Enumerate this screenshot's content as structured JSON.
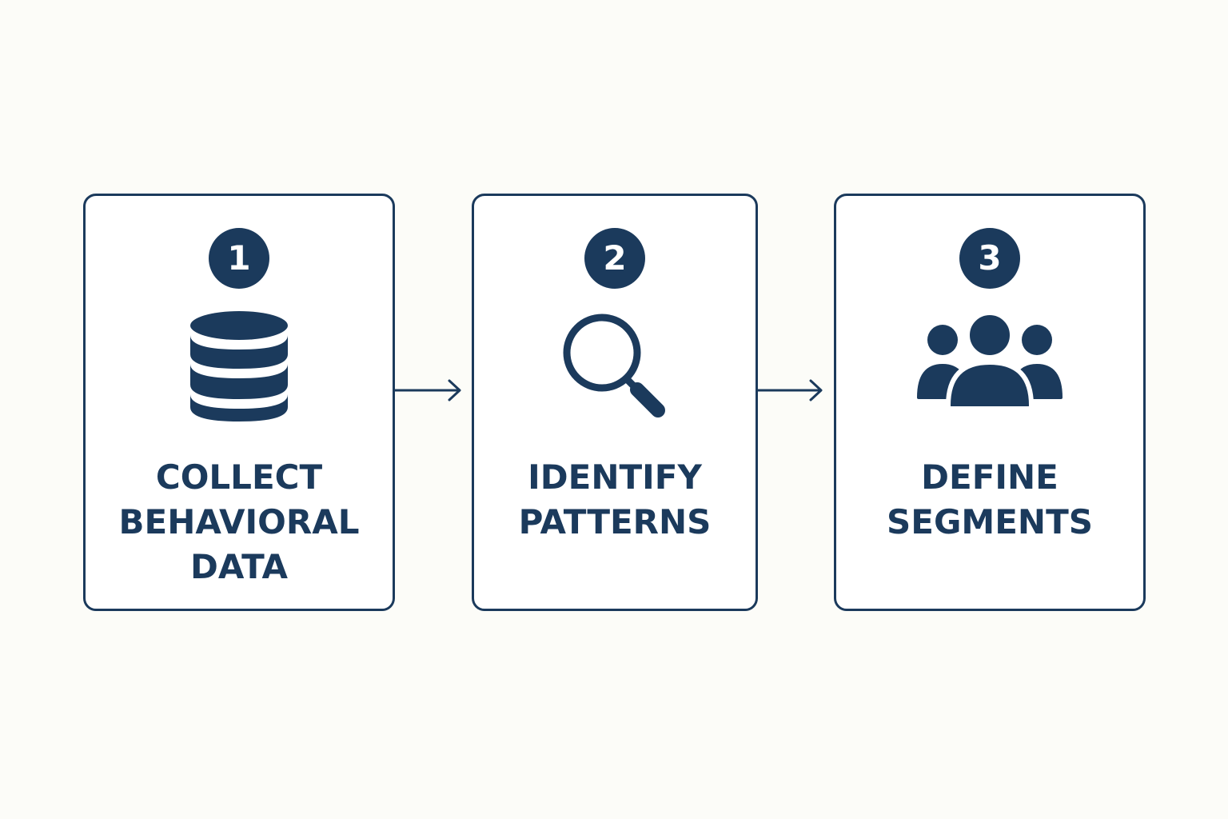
{
  "colors": {
    "primary": "#1b3a5c",
    "background": "#fcfcf8",
    "card": "#ffffff"
  },
  "steps": [
    {
      "number": "1",
      "icon": "database-icon",
      "title_lines": [
        "COLLECT",
        "BEHAVIORAL",
        "DATA"
      ]
    },
    {
      "number": "2",
      "icon": "magnifying-glass-icon",
      "title_lines": [
        "IDENTIFY",
        "PATTERNS"
      ]
    },
    {
      "number": "3",
      "icon": "user-group-icon",
      "title_lines": [
        "DEFINE",
        "SEGMENTS"
      ]
    }
  ]
}
